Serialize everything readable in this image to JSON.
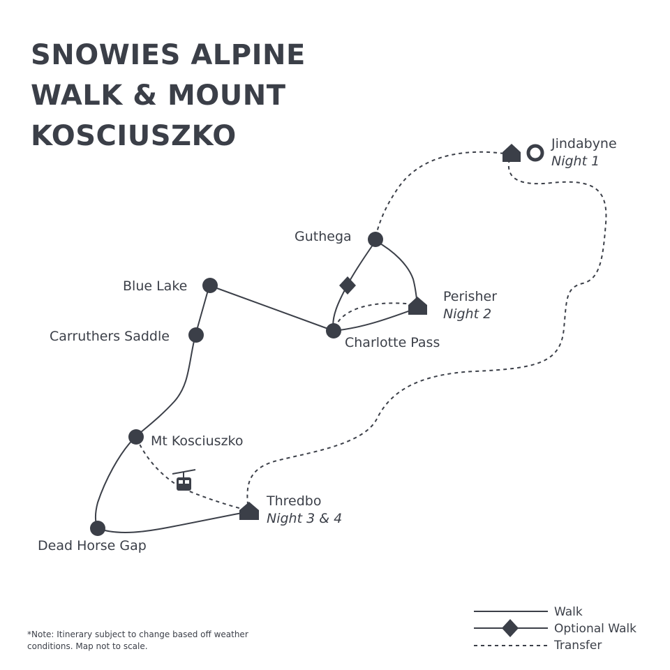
{
  "title": {
    "line1": "SNOWIES ALPINE",
    "line2": "WALK & MOUNT",
    "line3": "KOSCIUSZKO"
  },
  "places": {
    "jindabyne": {
      "name": "Jindabyne",
      "note": "Night 1",
      "icon": "house-icon"
    },
    "guthega": {
      "name": "Guthega"
    },
    "perisher": {
      "name": "Perisher",
      "note": "Night 2",
      "icon": "house-icon"
    },
    "blue_lake": {
      "name": "Blue Lake"
    },
    "charlotte_pass": {
      "name": "Charlotte Pass"
    },
    "carruthers_saddle": {
      "name": "Carruthers Saddle"
    },
    "mt_kosciuszko": {
      "name": "Mt Kosciuszko"
    },
    "thredbo": {
      "name": "Thredbo",
      "note": "Night 3 & 4",
      "icon": "house-icon"
    },
    "dead_horse_gap": {
      "name": "Dead Horse Gap"
    }
  },
  "legend": {
    "walk": "Walk",
    "optional_walk": "Optional Walk",
    "transfer": "Transfer"
  },
  "note": "*Note: Itinerary  subject to change based off weather conditions. Map not to scale.",
  "colors": {
    "ink": "#3b3f48",
    "background": "#ffffff"
  }
}
